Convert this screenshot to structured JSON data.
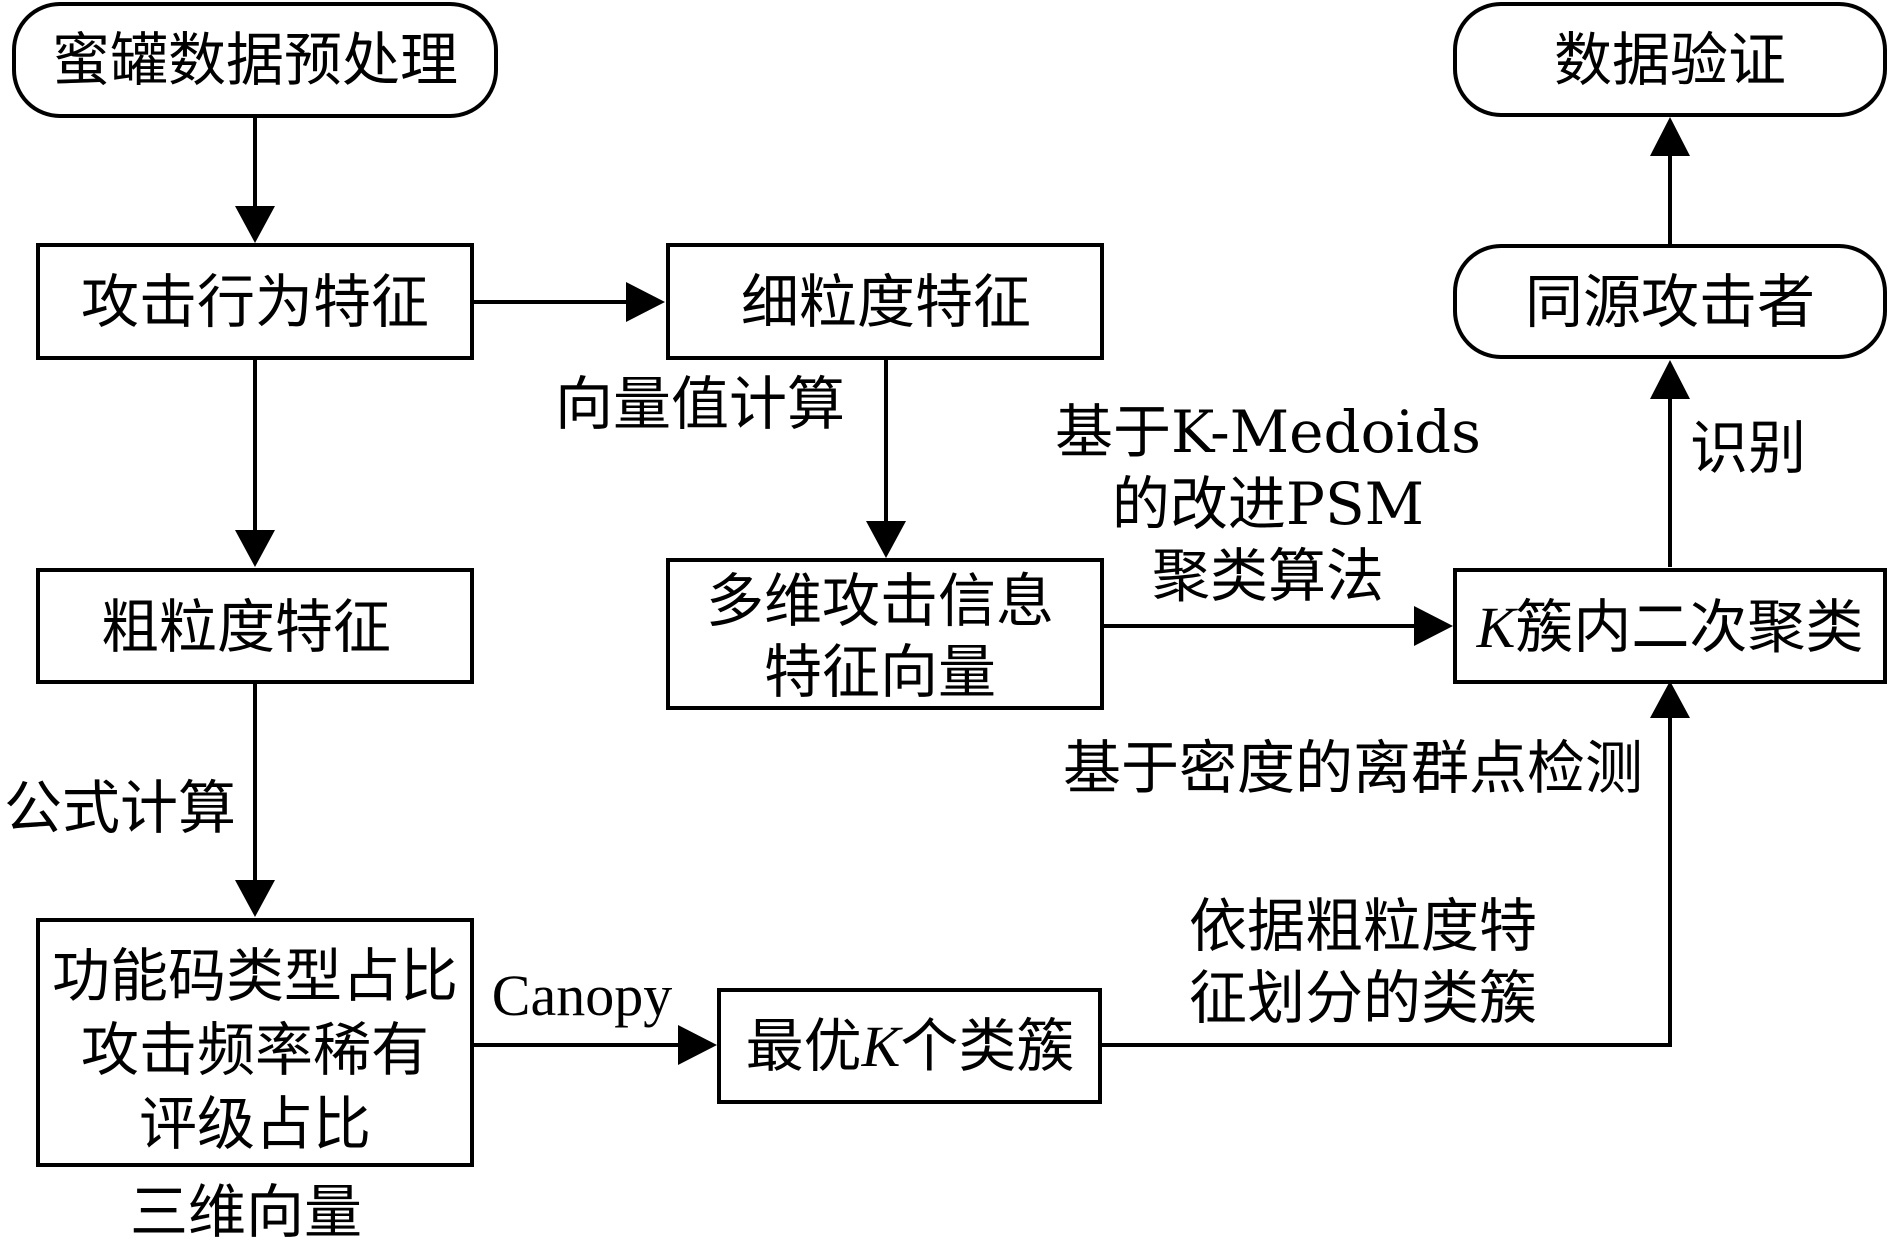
{
  "nodes": {
    "honeypot_preprocess": "蜜罐数据预处理",
    "attack_behavior_features": "攻击行为特征",
    "fine_grained_features": "细粒度特征",
    "coarse_grained_features": "粗粒度特征",
    "multi_dim_vector_line1": "多维攻击信息",
    "multi_dim_vector_line2": "特征向量",
    "three_dim_line1": "功能码类型占比",
    "three_dim_line2": "攻击频率稀有",
    "three_dim_line3": "评级占比",
    "optimal_k_prefix": "最优",
    "optimal_k_k": "K",
    "optimal_k_suffix": "个类簇",
    "k_cluster_k": "K",
    "k_cluster_suffix": "簇内二次聚类",
    "same_source_attacker": "同源攻击者",
    "data_validation": "数据验证"
  },
  "edge_labels": {
    "vector_calc": "向量值计算",
    "formula_calc": "公式计算",
    "three_dim_vector": "三维向量",
    "canopy": "Canopy",
    "psm_line1": "基于K-Medoids",
    "psm_line2": "的改进PSM",
    "psm_line3": "聚类算法",
    "outlier_detection": "基于密度的离群点检测",
    "coarse_partition_line1": "依据粗粒度特",
    "coarse_partition_line2": "征划分的类簇",
    "identify": "识别"
  }
}
